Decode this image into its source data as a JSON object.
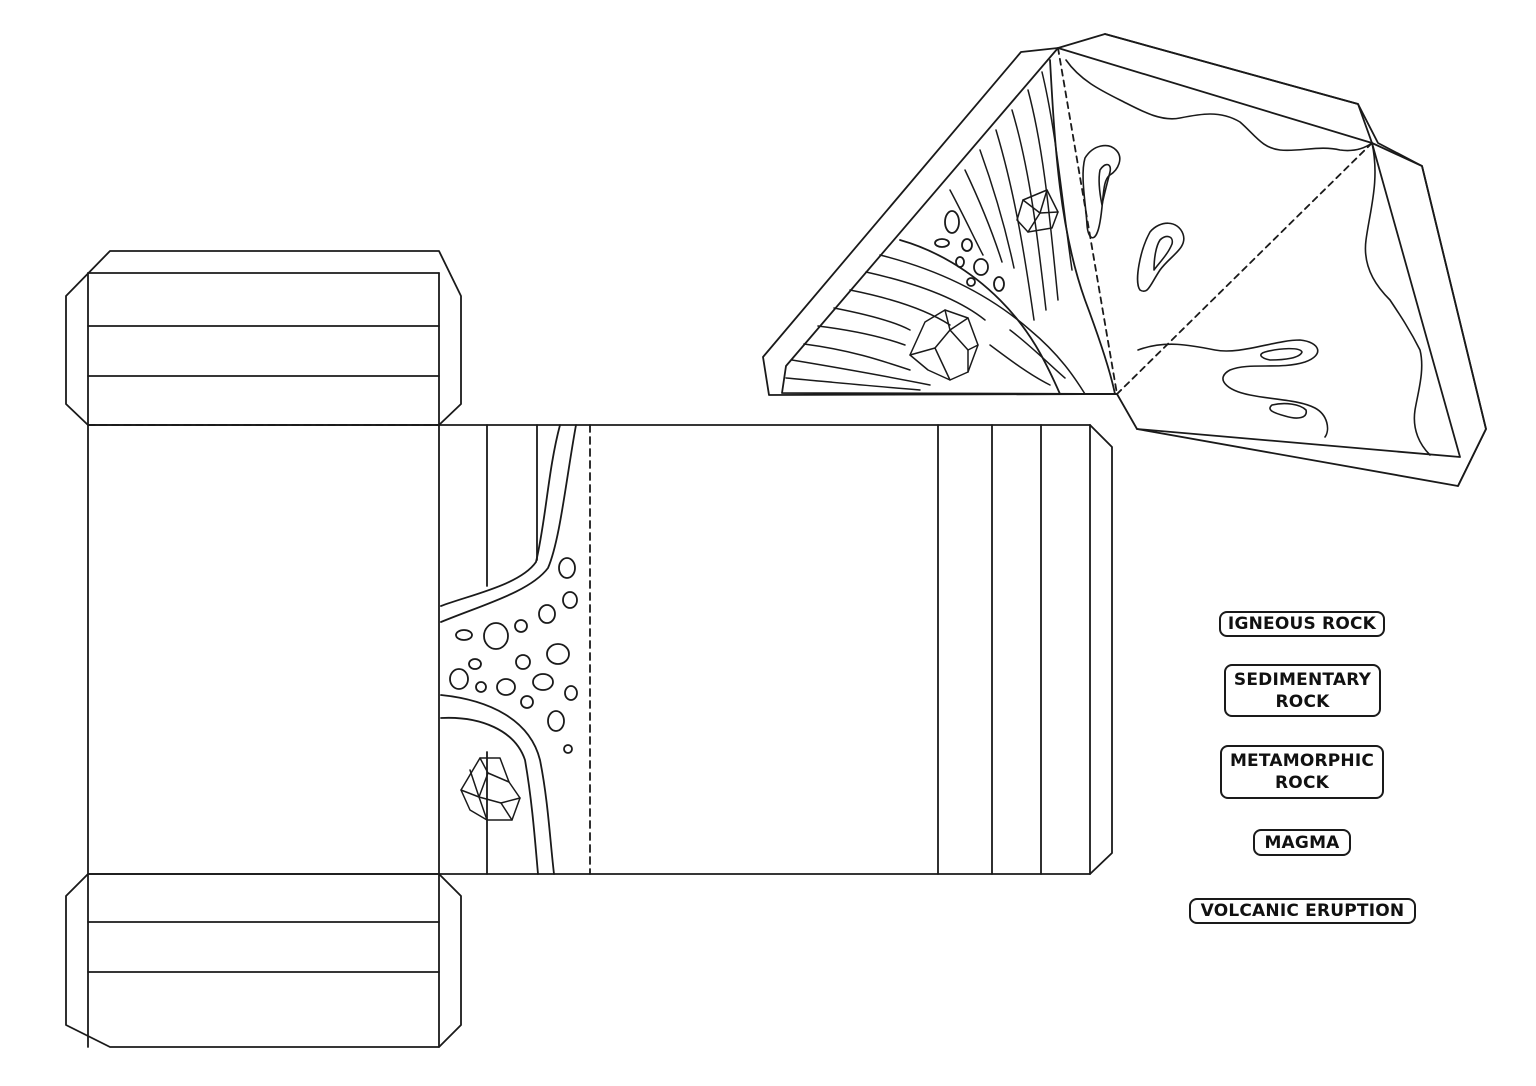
{
  "labels": {
    "igneous_rock": "IGNEOUS ROCK",
    "sedimentary_rock_line1": "SEDIMENTARY",
    "sedimentary_rock_line2": "ROCK",
    "metamorphic_rock_line1": "METAMORPHIC",
    "metamorphic_rock_line2": "ROCK",
    "magma": "MAGMA",
    "volcanic_eruption": "VOLCANIC ERUPTION"
  },
  "colors": {
    "line": "#1a1a1a",
    "paper": "#ffffff"
  }
}
